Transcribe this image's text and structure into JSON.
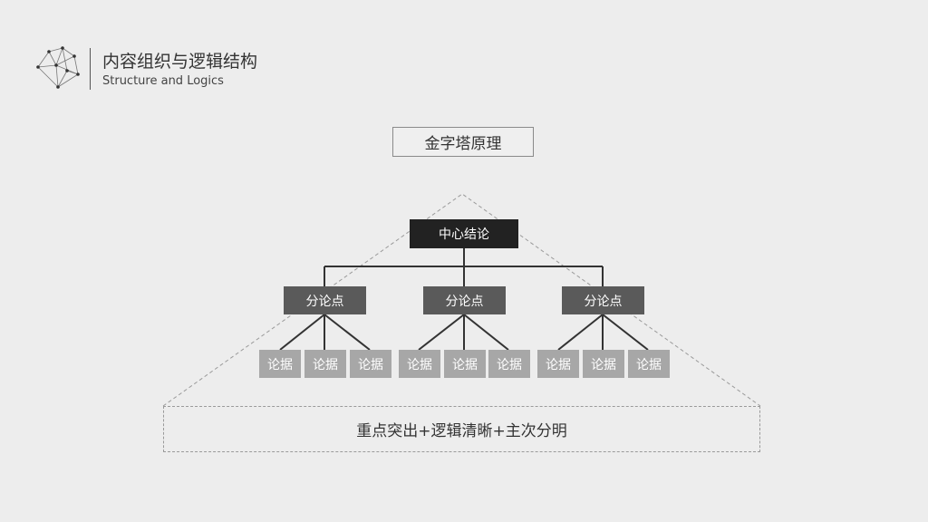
{
  "header": {
    "title": "内容组织与逻辑结构",
    "subtitle": "Structure and Logics",
    "logo_icon": "network-graph-icon"
  },
  "principle_label": "金字塔原理",
  "pyramid": {
    "center": "中心结论",
    "points": [
      {
        "label": "分论点",
        "evidence": [
          "论据",
          "论据",
          "论据"
        ]
      },
      {
        "label": "分论点",
        "evidence": [
          "论据",
          "论据",
          "论据"
        ]
      },
      {
        "label": "分论点",
        "evidence": [
          "论据",
          "论据",
          "论据"
        ]
      }
    ]
  },
  "summary": "重点突出+逻辑清晰+主次分明",
  "colors": {
    "background": "#ededed",
    "center_node": "#222222",
    "point_node": "#5a5a5a",
    "evidence_node": "#a7a7a7"
  }
}
